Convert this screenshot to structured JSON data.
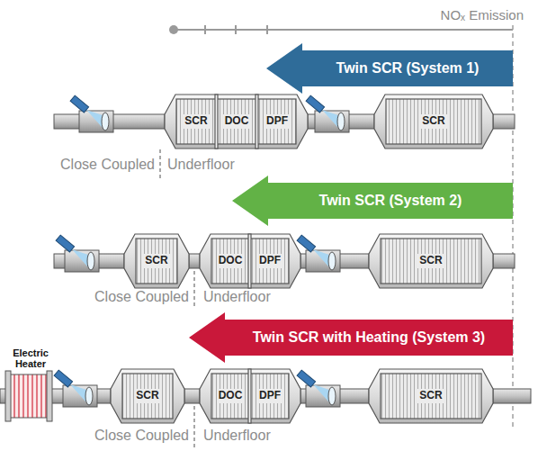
{
  "diagram": {
    "nodes": [
      {
        "text": [
          "Twin SCR (System 1)"
        ]
      },
      {
        "text": [
          "SCR"
        ]
      },
      {
        "text": [
          "DOC"
        ]
      },
      {
        "text": [
          "DPF"
        ]
      },
      {
        "text": [
          "SCR"
        ]
      },
      {
        "text": [
          "Twin SCR (System 2)"
        ]
      },
      {
        "text": [
          "SCR"
        ]
      },
      {
        "text": [
          "DOC"
        ]
      },
      {
        "text": [
          "DPF"
        ]
      },
      {
        "text": [
          "SCR"
        ]
      },
      {
        "text": [
          "Twin SCR with Heating (System 3)"
        ]
      },
      {
        "text": [
          "SCR"
        ]
      },
      {
        "text": [
          "DOC"
        ]
      },
      {
        "text": [
          "DPF"
        ]
      },
      {
        "text": [
          "SCR"
        ]
      }
    ],
    "labels": [
      "NOₓ Emission",
      "Close Coupled",
      "Underfloor",
      "Close Coupled",
      "Underfloor",
      "Electric Heater",
      "Close Coupled",
      "Underfloor"
    ]
  }
}
